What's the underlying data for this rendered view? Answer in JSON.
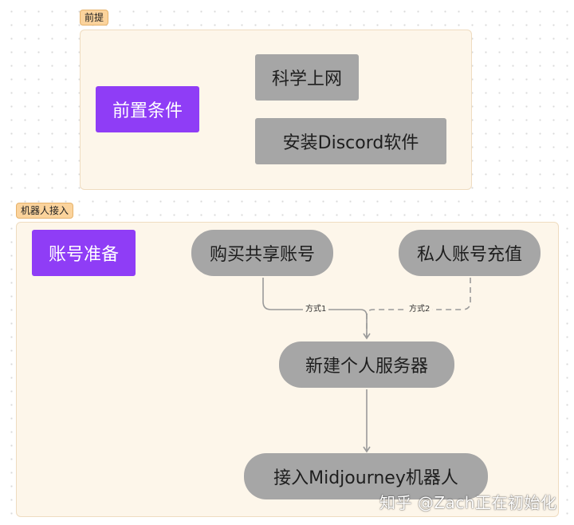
{
  "groups": {
    "prereq": {
      "tag": "前提"
    },
    "bot": {
      "tag": "机器人接入"
    }
  },
  "nodes": {
    "prereq_label": "前置条件",
    "vpn": "科学上网",
    "install_discord": "安装Discord软件",
    "account_label": "账号准备",
    "buy_shared": "购买共享账号",
    "private_recharge": "私人账号充值",
    "new_server": "新建个人服务器",
    "add_bot": "接入Midjourney机器人"
  },
  "edges": {
    "method1": "方式1",
    "method2": "方式2"
  },
  "watermark": "知乎 @Zach正在初始化",
  "colors": {
    "group_fill": "#fdf6ea",
    "tag_fill": "#fbd39c",
    "node_gray": "#a6a6a6",
    "node_purple": "#8f3df6",
    "edge": "#9a9a9a"
  }
}
